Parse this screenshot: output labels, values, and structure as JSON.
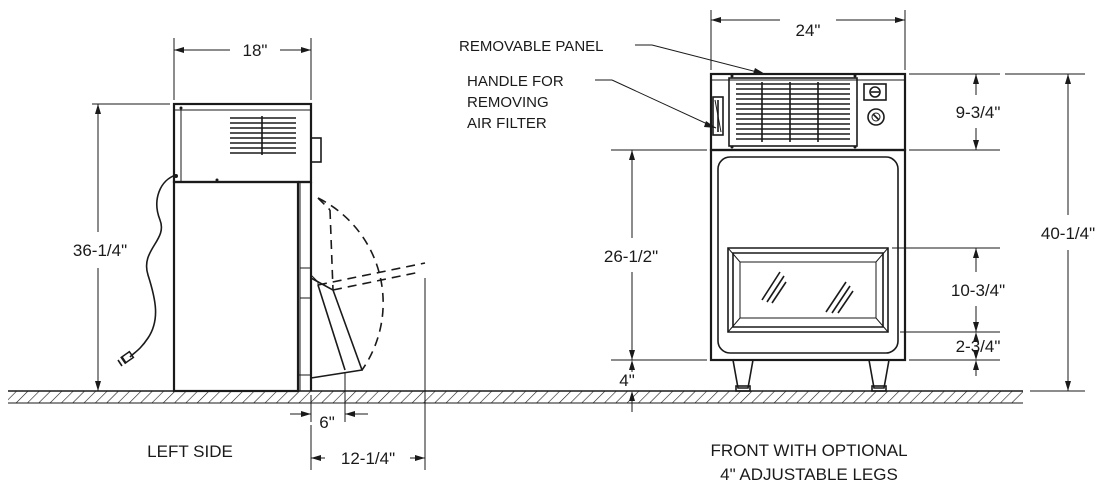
{
  "labels": {
    "left_width": "18\"",
    "left_height": "36-1/4\"",
    "door_swing": "6\"",
    "door_depth": "12-1/4\"",
    "left_caption": "LEFT SIDE",
    "front_width": "24\"",
    "removable_panel": "REMOVABLE PANEL",
    "handle_line1": "HANDLE FOR",
    "handle_line2": "REMOVING",
    "handle_line3": "AIR FILTER",
    "panel_height": "9-3/4\"",
    "overall_height": "40-1/4\"",
    "door_height": "26-1/2\"",
    "window_height": "10-3/4\"",
    "bottom_gap": "2-3/4\"",
    "leg_height": "4\"",
    "front_caption_line1": "FRONT WITH OPTIONAL",
    "front_caption_line2": "4\" ADJUSTABLE LEGS"
  },
  "colors": {
    "ink": "#1a1a1a",
    "background": "#ffffff"
  }
}
